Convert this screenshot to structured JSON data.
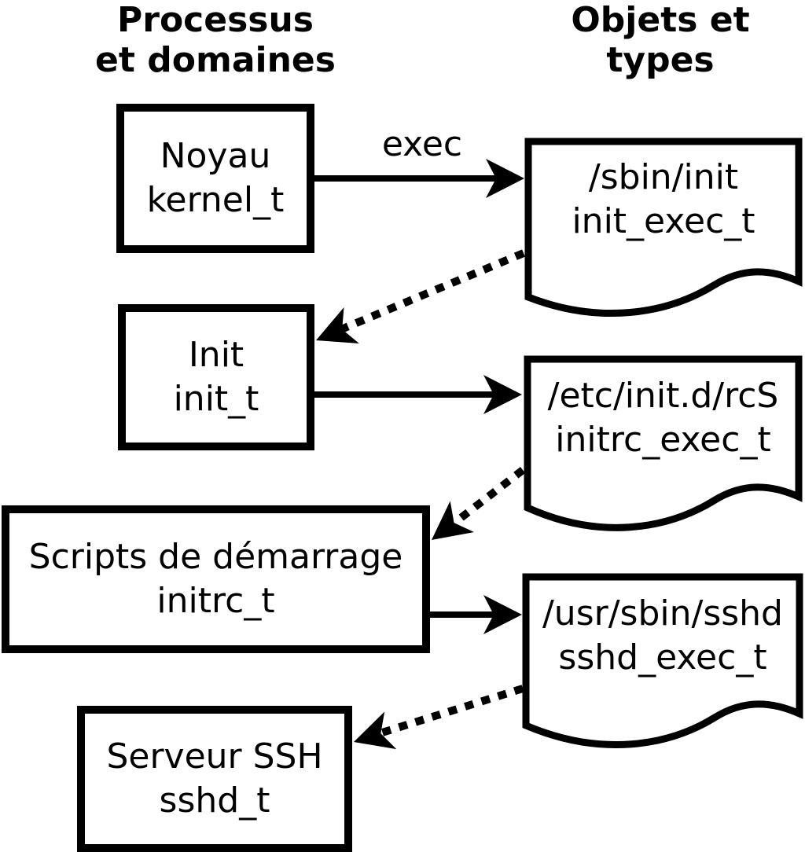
{
  "headers": {
    "left_line1": "Processus",
    "left_line2": "et domaines",
    "right_line1": "Objets et",
    "right_line2": "types"
  },
  "process_boxes": [
    {
      "name": "Noyau",
      "type_label": "kernel_t"
    },
    {
      "name": "Init",
      "type_label": "init_t"
    },
    {
      "name": "Scripts de démarrage",
      "type_label": "initrc_t"
    },
    {
      "name": "Serveur SSH",
      "type_label": "sshd_t"
    }
  ],
  "object_docs": [
    {
      "path": "/sbin/init",
      "type_label": "init_exec_t"
    },
    {
      "path": "/etc/init.d/rcS",
      "type_label": "initrc_exec_t"
    },
    {
      "path": "/usr/sbin/sshd",
      "type_label": "sshd_exec_t"
    }
  ],
  "edges": {
    "exec_label": "exec"
  },
  "colors": {
    "foreground": "#000000",
    "background": "#ffffff"
  }
}
